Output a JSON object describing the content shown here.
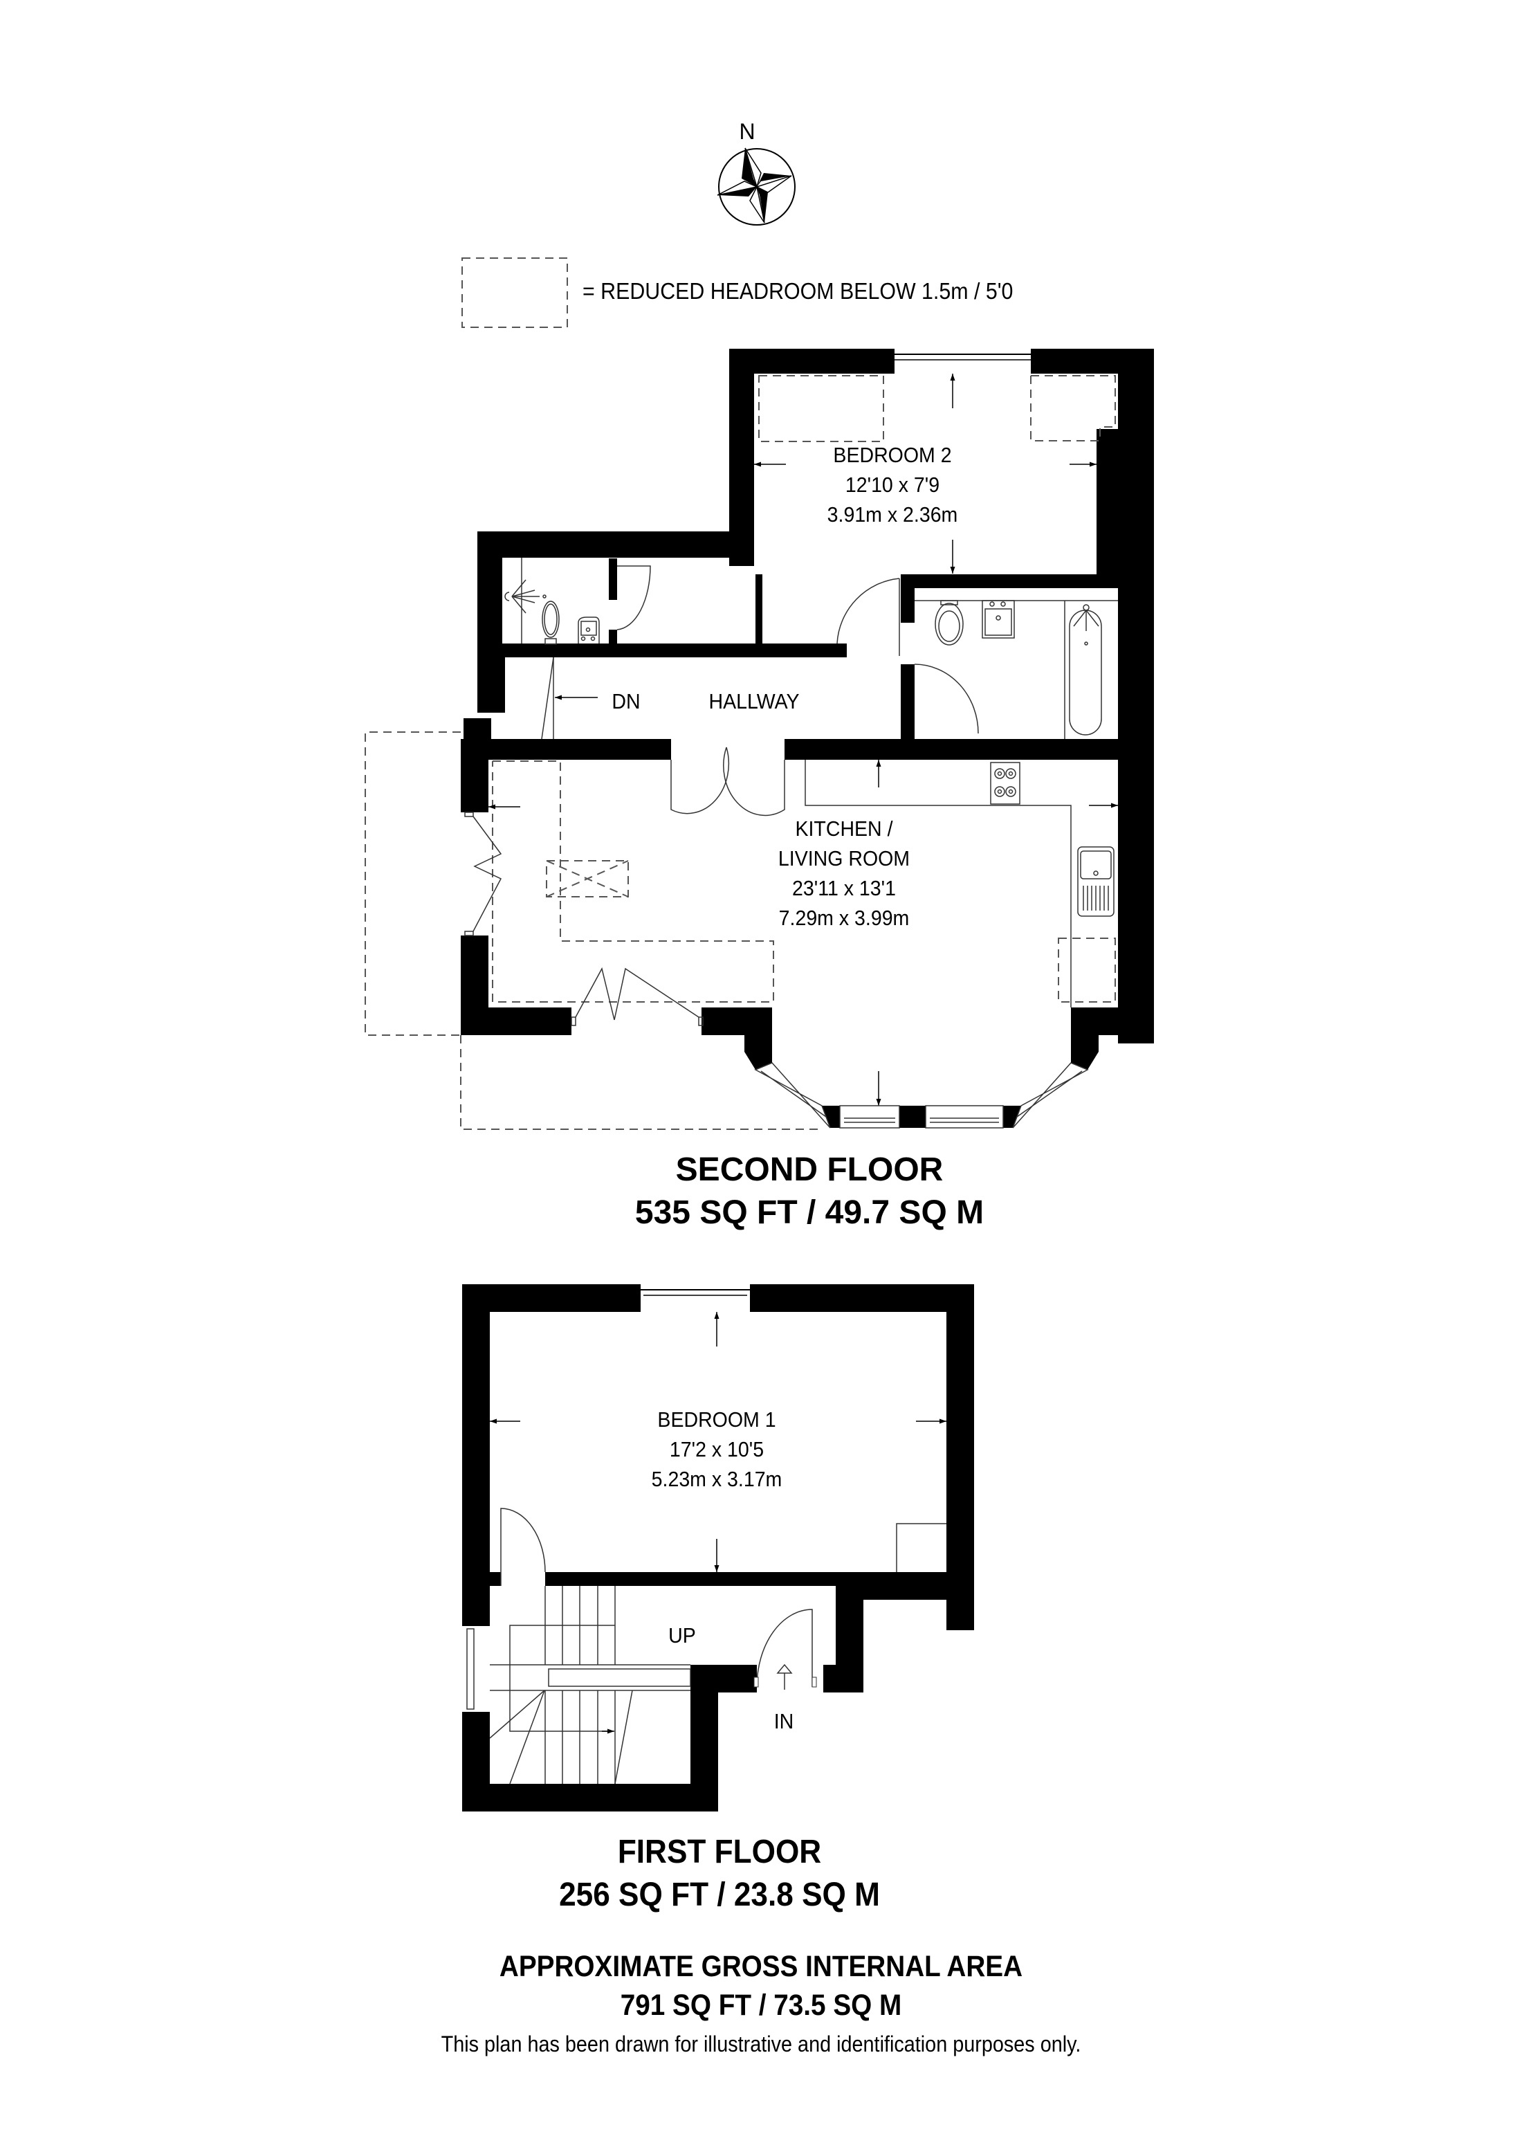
{
  "compass": {
    "north_label": "N",
    "icon": "compass-rose-icon"
  },
  "legend": {
    "icon": "dashed-box-icon",
    "text": "= REDUCED HEADROOM BELOW 1.5m / 5'0"
  },
  "second_floor": {
    "title": "SECOND FLOOR",
    "area": "535 SQ FT / 49.7 SQ M",
    "rooms": [
      {
        "name": "BEDROOM 2",
        "imperial": "12'10 x 7'9",
        "metric": "3.91m x 2.36m"
      },
      {
        "name": "HALLWAY"
      },
      {
        "name_line1": "KITCHEN /",
        "name_line2": "LIVING ROOM",
        "imperial": "23'11 x 13'1",
        "metric": "7.29m x 3.99m"
      }
    ],
    "stairs_label": "DN"
  },
  "first_floor": {
    "title": "FIRST FLOOR",
    "area": "256 SQ FT / 23.8 SQ M",
    "rooms": [
      {
        "name": "BEDROOM 1",
        "imperial": "17'2 x 10'5",
        "metric": "5.23m x 3.17m"
      }
    ],
    "stairs_label": "UP",
    "entrance_label": "IN"
  },
  "summary": {
    "title": "APPROXIMATE GROSS INTERNAL AREA",
    "area": "791 SQ FT / 73.5 SQ M",
    "disclaimer": "This plan has been drawn for illustrative and identification purposes only."
  },
  "colors": {
    "wall": "#000000",
    "line": "#333333",
    "dashed": "#555555",
    "background": "#ffffff"
  }
}
